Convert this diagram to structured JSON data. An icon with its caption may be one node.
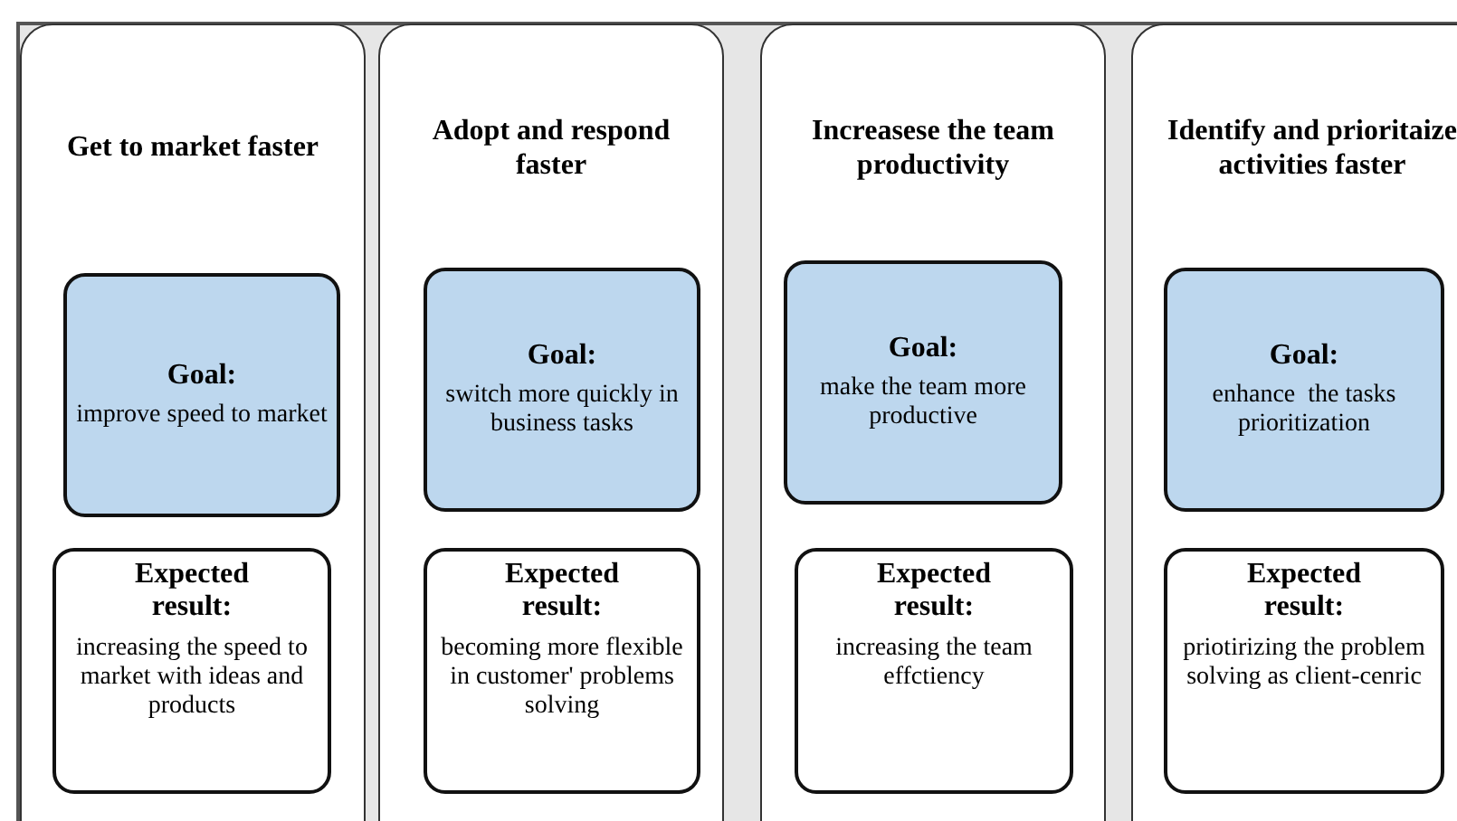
{
  "diagram": {
    "nodes": [
      {
        "text": [
          "Get to market faster"
        ]
      },
      {
        "text": [
          "Goal:",
          "improve speed to market"
        ],
        "in": 0
      },
      {
        "text": [
          "**Expected** **result**:",
          "increasing the speed to market with ideas and products"
        ],
        "in": 0
      },
      {
        "text": [
          "Adopt and respond faster"
        ]
      },
      {
        "text": [
          "**Goal**:",
          "switch more quickly in business tasks"
        ],
        "in": 3
      },
      {
        "text": [
          "Expected result:",
          "becoming more flexible in customer' problems solving"
        ],
        "in": 3
      },
      {
        "text": [
          "Increasese the team  productivity"
        ]
      },
      {
        "text": [
          "Goal:",
          "make the team more productive"
        ],
        "in": 6
      },
      {
        "text": [
          "Expected result:",
          "increasing the team effctiency"
        ],
        "in": 6
      },
      {
        "text": [
          "Identify and prioritaize activities faster"
        ]
      },
      {
        "text": [
          "Goal:",
          "enhance  the tasks prioritization"
        ],
        "in": 9
      },
      {
        "text": [
          "Expected result:",
          "priotirizing the problem solving as client-cenric"
        ],
        "in": 9
      }
    ]
  }
}
